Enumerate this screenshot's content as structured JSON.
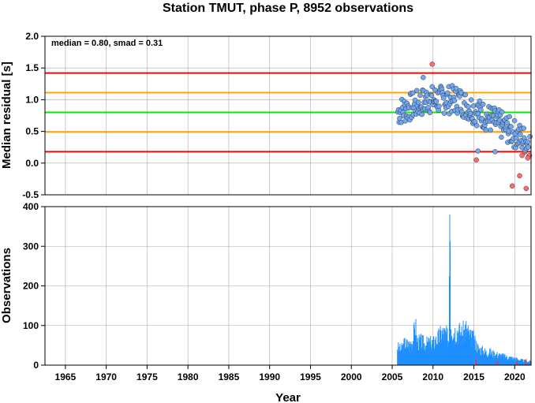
{
  "chart_data": [
    {
      "type": "scatter",
      "title": "Station TMUT, phase P, 8952 observations",
      "ylabel": "Median residual [s]",
      "annotation": "median = 0.80, smad = 0.31",
      "xlim": [
        1962.5,
        2022.0
      ],
      "ylim": [
        -0.5,
        2.0
      ],
      "yticks": [
        "2.0",
        "1.5",
        "1.0",
        "0.5",
        "0.0",
        "-0.5"
      ],
      "grid": true,
      "reference_lines": [
        {
          "y": 1.42,
          "color": "#ff0000"
        },
        {
          "y": 1.11,
          "color": "#ffa500"
        },
        {
          "y": 0.8,
          "color": "#00ee00"
        },
        {
          "y": 0.49,
          "color": "#ffa500"
        },
        {
          "y": 0.18,
          "color": "#ff0000"
        }
      ],
      "point_colors": {
        "inside": "#6fa8f5",
        "outside": "#ff6b6b",
        "edge": "#333333"
      }
    },
    {
      "type": "bar",
      "xlabel": "Year",
      "ylabel": "Observations",
      "xlim": [
        1962.5,
        2022.0
      ],
      "ylim": [
        0,
        400
      ],
      "xticks": [
        "1965",
        "1970",
        "1975",
        "1980",
        "1985",
        "1990",
        "1995",
        "2000",
        "2005",
        "2010",
        "2015",
        "2020"
      ],
      "yticks": [
        "400",
        "300",
        "200",
        "100",
        "0"
      ],
      "grid": true,
      "series": [
        {
          "color": "#1e8fff",
          "x": [
            2005.6,
            2006.0,
            2006.5,
            2007.0,
            2007.5,
            2007.8,
            2008.0,
            2008.5,
            2009.0,
            2009.5,
            2010.0,
            2010.5,
            2011.0,
            2011.5,
            2011.9,
            2012.0,
            2012.2,
            2012.5,
            2013.0,
            2013.5,
            2014.0,
            2014.5,
            2015.0,
            2015.5,
            2016.0,
            2016.5,
            2017.0,
            2017.5,
            2018.0,
            2018.5,
            2019.0,
            2019.5,
            2020.0,
            2020.5,
            2021.0,
            2021.5
          ],
          "values": [
            50,
            42,
            60,
            55,
            70,
            112,
            62,
            65,
            58,
            60,
            62,
            72,
            88,
            85,
            70,
            380,
            110,
            95,
            95,
            85,
            100,
            75,
            70,
            45,
            40,
            35,
            35,
            30,
            28,
            25,
            22,
            20,
            18,
            15,
            12,
            10
          ]
        },
        {
          "color": "#ff3030",
          "x": [
            2015.2,
            2017.8,
            2020.2,
            2021.3
          ],
          "values": [
            15,
            12,
            10,
            15
          ]
        }
      ]
    }
  ]
}
